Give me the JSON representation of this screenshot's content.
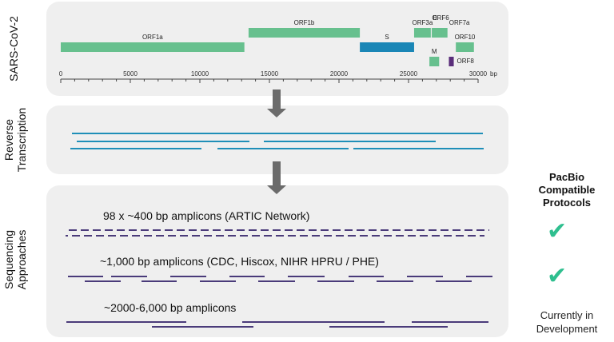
{
  "panels": {
    "genome_title": "SARS-CoV-2",
    "rt_title_line1": "Reverse",
    "rt_title_line2": "Transcription",
    "seq_title_line1": "Sequencing",
    "seq_title_line2": "Approaches"
  },
  "genome": {
    "ticks": [
      "0",
      "5000",
      "10000",
      "15000",
      "20000",
      "25000",
      "30000"
    ],
    "unit": "bp",
    "genes": [
      {
        "name": "ORF1a",
        "start": 0,
        "end": 13200,
        "color": "#67c08e"
      },
      {
        "name": "ORF1b",
        "start": 13500,
        "end": 21500,
        "color": "#67c08e"
      },
      {
        "name": "S",
        "start": 21500,
        "end": 25400,
        "color": "#1a86b6"
      },
      {
        "name": "ORF3a",
        "start": 25400,
        "end": 26600,
        "color": "#67c08e"
      },
      {
        "name": "E",
        "start": 26800,
        "end": 27000,
        "color": "#67c08e"
      },
      {
        "name": "M",
        "start": 26500,
        "end": 27200,
        "color": "#67c08e"
      },
      {
        "name": "ORF6",
        "start": 27200,
        "end": 27400,
        "color": "#67c08e"
      },
      {
        "name": "ORF7a",
        "start": 27400,
        "end": 27800,
        "color": "#67c08e"
      },
      {
        "name": "ORF8",
        "start": 27900,
        "end": 28250,
        "color": "#5a2d7a"
      },
      {
        "name": "ORF10",
        "start": 28400,
        "end": 29700,
        "color": "#67c08e"
      }
    ]
  },
  "approaches": {
    "artic": "98 x ~400 bp amplicons (ARTIC Network)",
    "cdc": "~1,000 bp amplicons (CDC, Hiscox, NIHR HPRU / PHE)",
    "long": "~2000-6,000 bp amplicons"
  },
  "compatibility": {
    "header_line1": "PacBio",
    "header_line2": "Compatible",
    "header_line3": "Protocols",
    "check_icon": "✔",
    "dev_line1": "Currently in",
    "dev_line2": "Development"
  },
  "colors": {
    "panel_bg": "#efefef",
    "rt_line": "#1f8fb8",
    "amplicon_line": "#4a3b7a",
    "arrow": "#6b6b6b",
    "check": "#2fbf8f"
  }
}
